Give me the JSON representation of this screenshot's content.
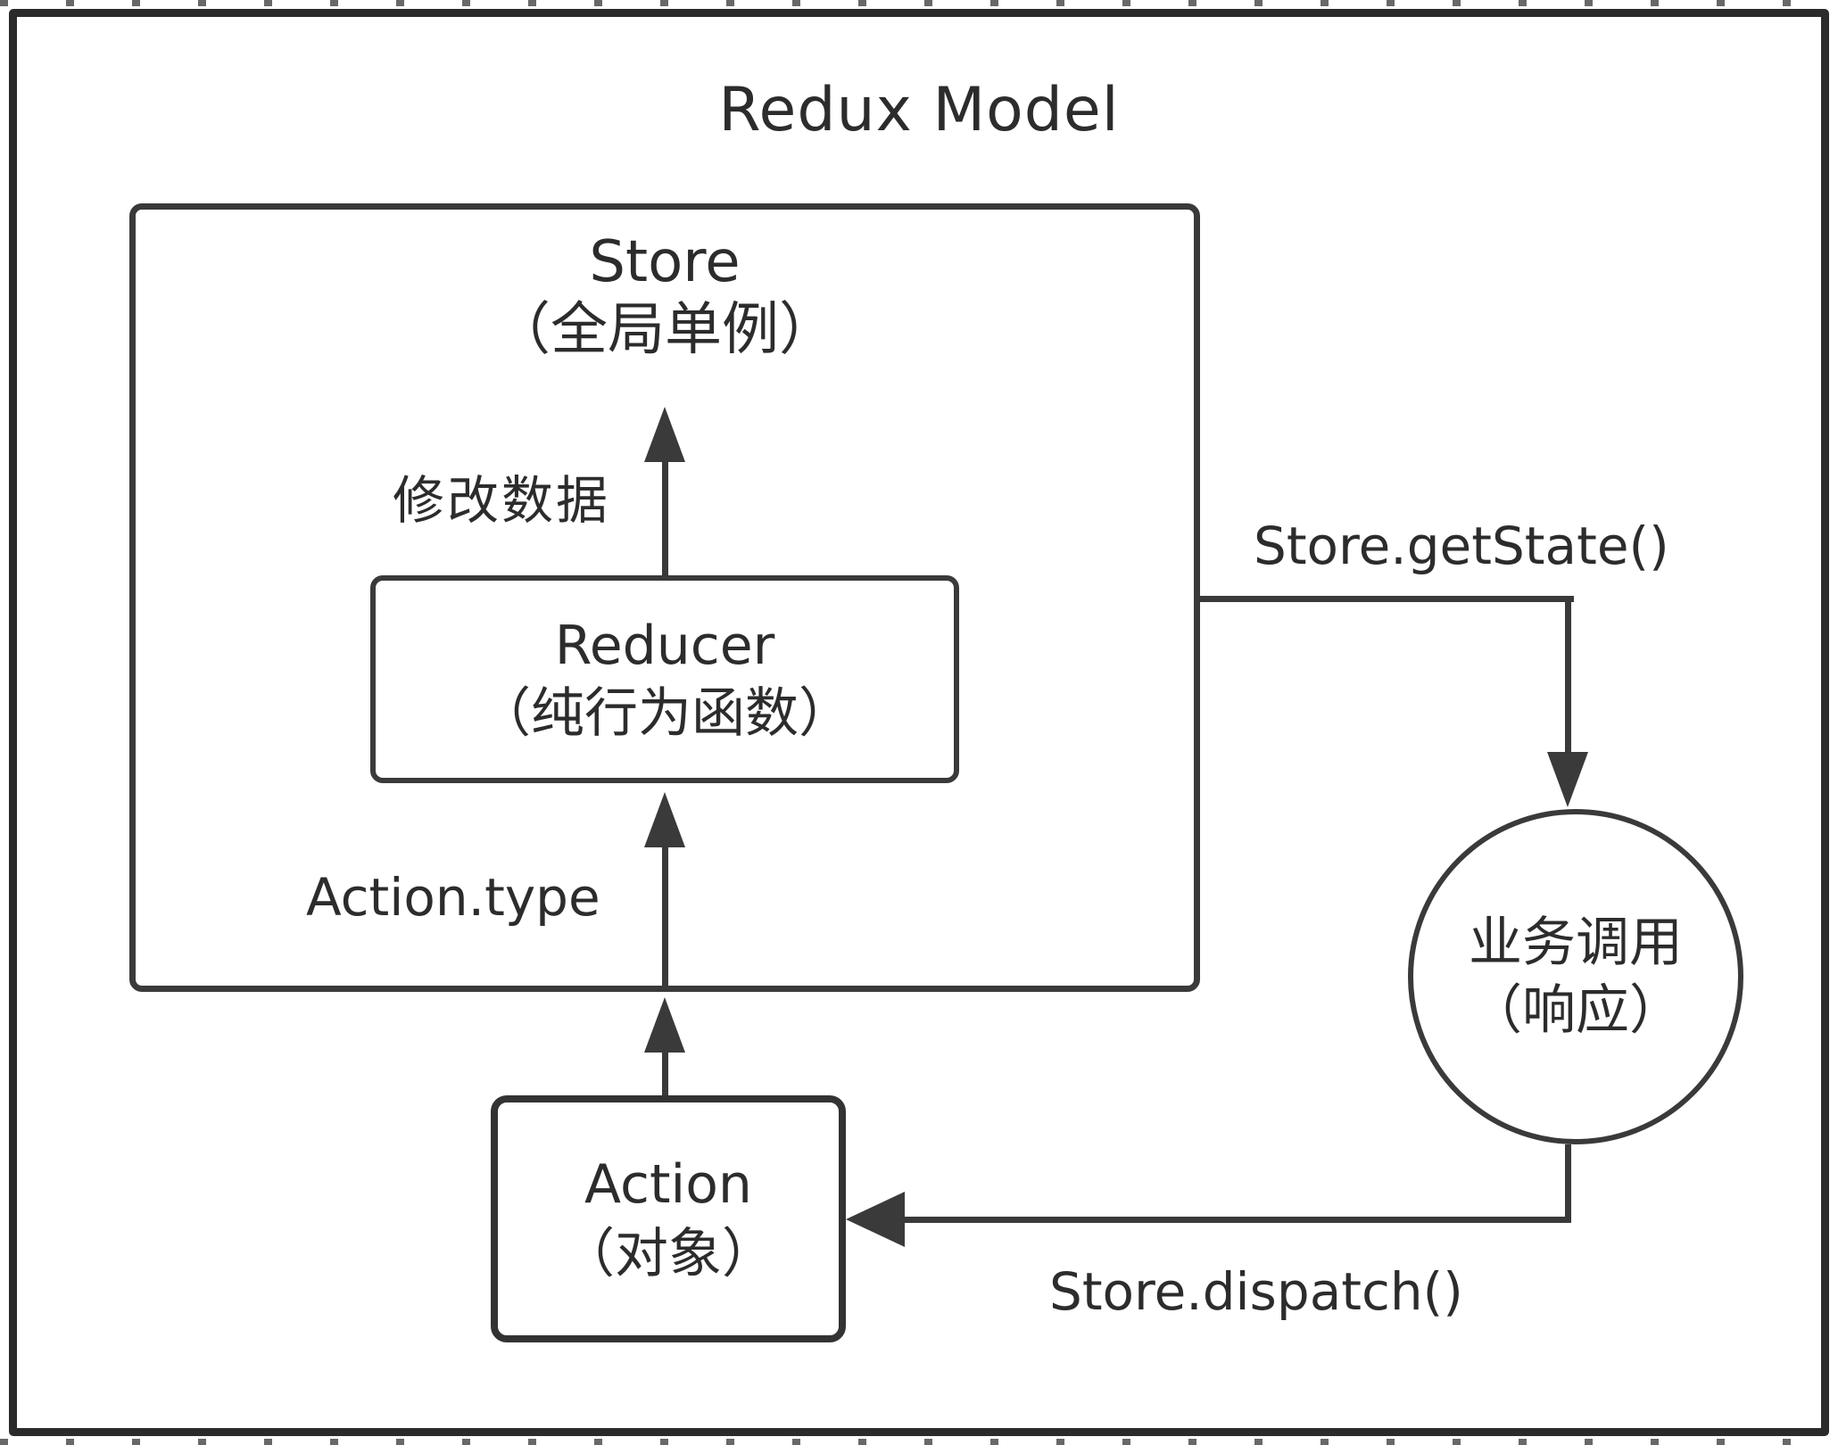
{
  "title": "Redux Model",
  "colors": {
    "stroke": "#3a3a3a",
    "text": "#2c2c2c",
    "background": "#ffffff"
  },
  "nodes": {
    "store": {
      "label": "Store",
      "sublabel": "（全局单例）"
    },
    "reducer": {
      "label": "Reducer",
      "sublabel": "（纯行为函数）"
    },
    "action": {
      "label": "Action",
      "sublabel": "（对象）"
    },
    "business": {
      "label": "业务调用",
      "sublabel": "（响应）"
    }
  },
  "edges": {
    "modify_data": "修改数据",
    "action_type": "Action.type",
    "get_state": "Store.getState()",
    "dispatch": "Store.dispatch()"
  }
}
